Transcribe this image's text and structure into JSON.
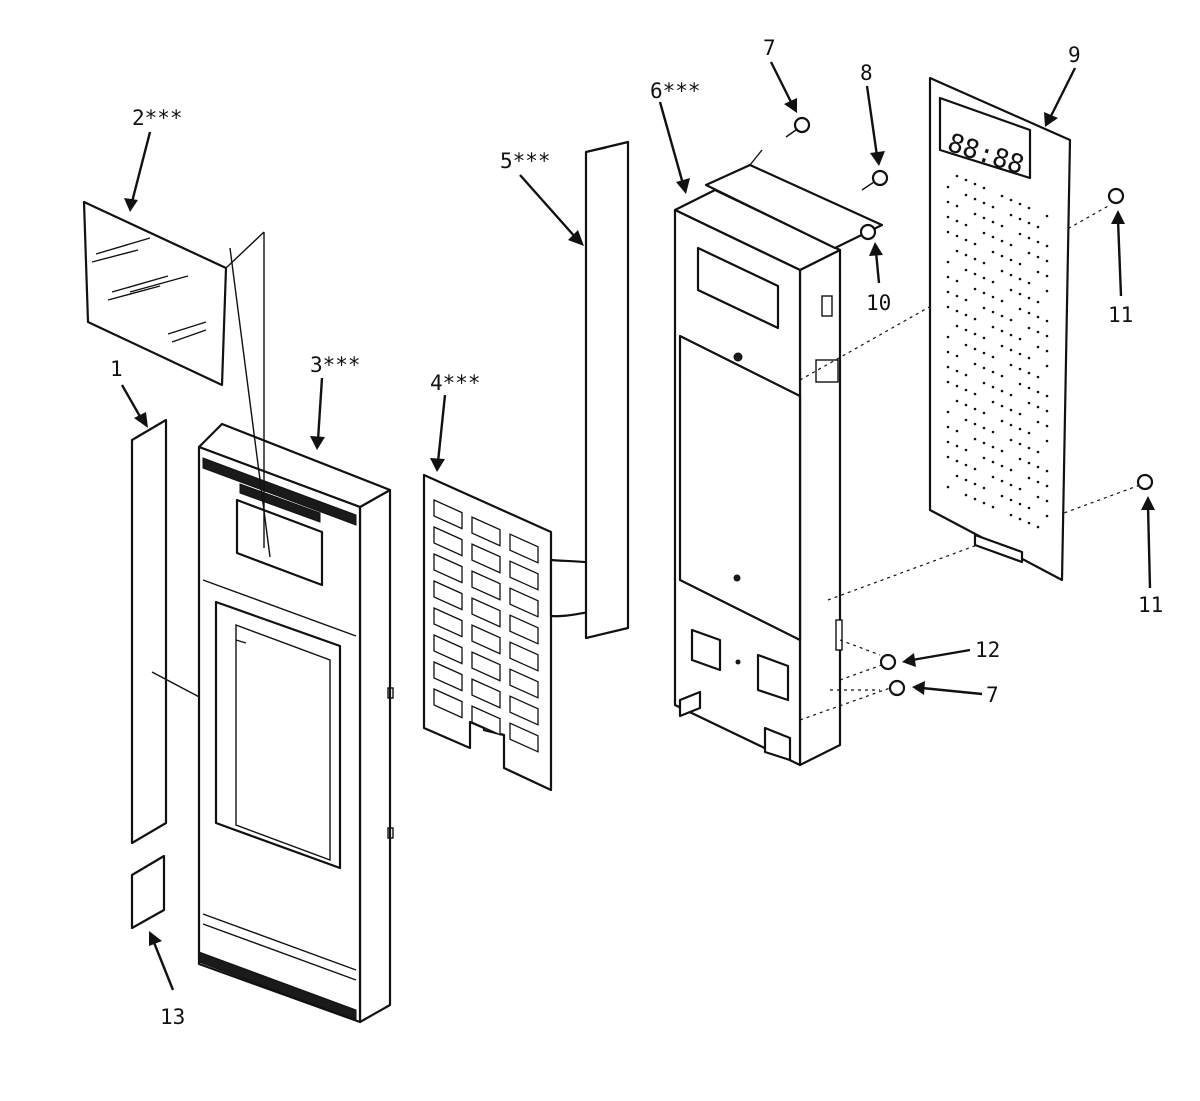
{
  "callouts": [
    {
      "id": "c1",
      "label": "1"
    },
    {
      "id": "c2",
      "label": "2***"
    },
    {
      "id": "c3",
      "label": "3***"
    },
    {
      "id": "c4",
      "label": "4***"
    },
    {
      "id": "c5",
      "label": "5***"
    },
    {
      "id": "c6",
      "label": "6***"
    },
    {
      "id": "c7a",
      "label": "7"
    },
    {
      "id": "c8",
      "label": "8"
    },
    {
      "id": "c9",
      "label": "9"
    },
    {
      "id": "c10",
      "label": "10"
    },
    {
      "id": "c11a",
      "label": "11"
    },
    {
      "id": "c11b",
      "label": "11"
    },
    {
      "id": "c12",
      "label": "12"
    },
    {
      "id": "c7b",
      "label": "7"
    },
    {
      "id": "c13",
      "label": "13"
    }
  ],
  "display_readout": "88:88"
}
